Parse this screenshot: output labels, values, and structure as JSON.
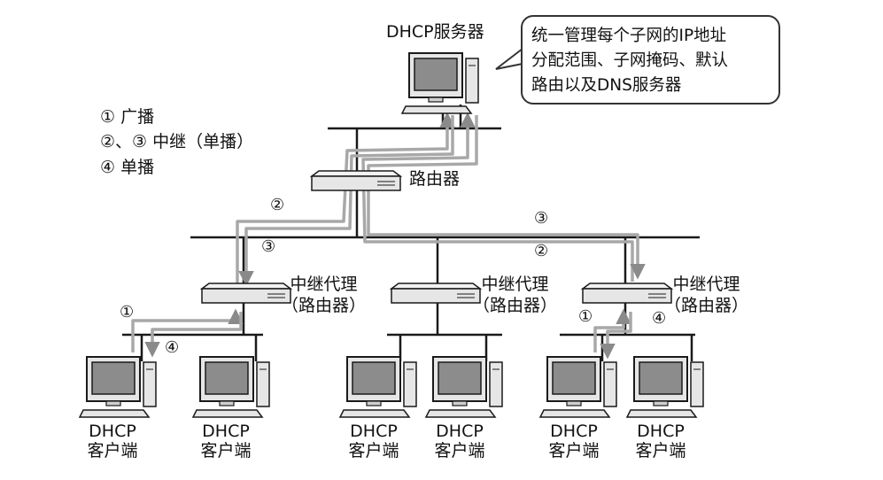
{
  "server": {
    "label": "DHCP服务器"
  },
  "callout": {
    "lines": [
      "统一管理每个子网的IP地址",
      "分配范围、子网掩码、默认",
      "路由以及DNS服务器"
    ]
  },
  "legend": {
    "items": [
      "① 广播",
      "②、③ 中继（单播）",
      "④ 单播"
    ]
  },
  "router": {
    "label": "路由器"
  },
  "relays": [
    {
      "line1": "中继代理",
      "line2": "（路由器）"
    },
    {
      "line1": "中继代理",
      "line2": "（路由器）"
    },
    {
      "line1": "中继代理",
      "line2": "（路由器）"
    }
  ],
  "client": {
    "line1": "DHCP",
    "line2": "客户端"
  },
  "flow_markers": {
    "broadcast": "①",
    "relay_up": "②",
    "relay_down": "③",
    "unicast": "④"
  },
  "colors": {
    "line": "#1a1a1a",
    "flow_path": "#a8a8a8",
    "device_body": "#e6e6e6",
    "screen": "#8c8c8c"
  }
}
